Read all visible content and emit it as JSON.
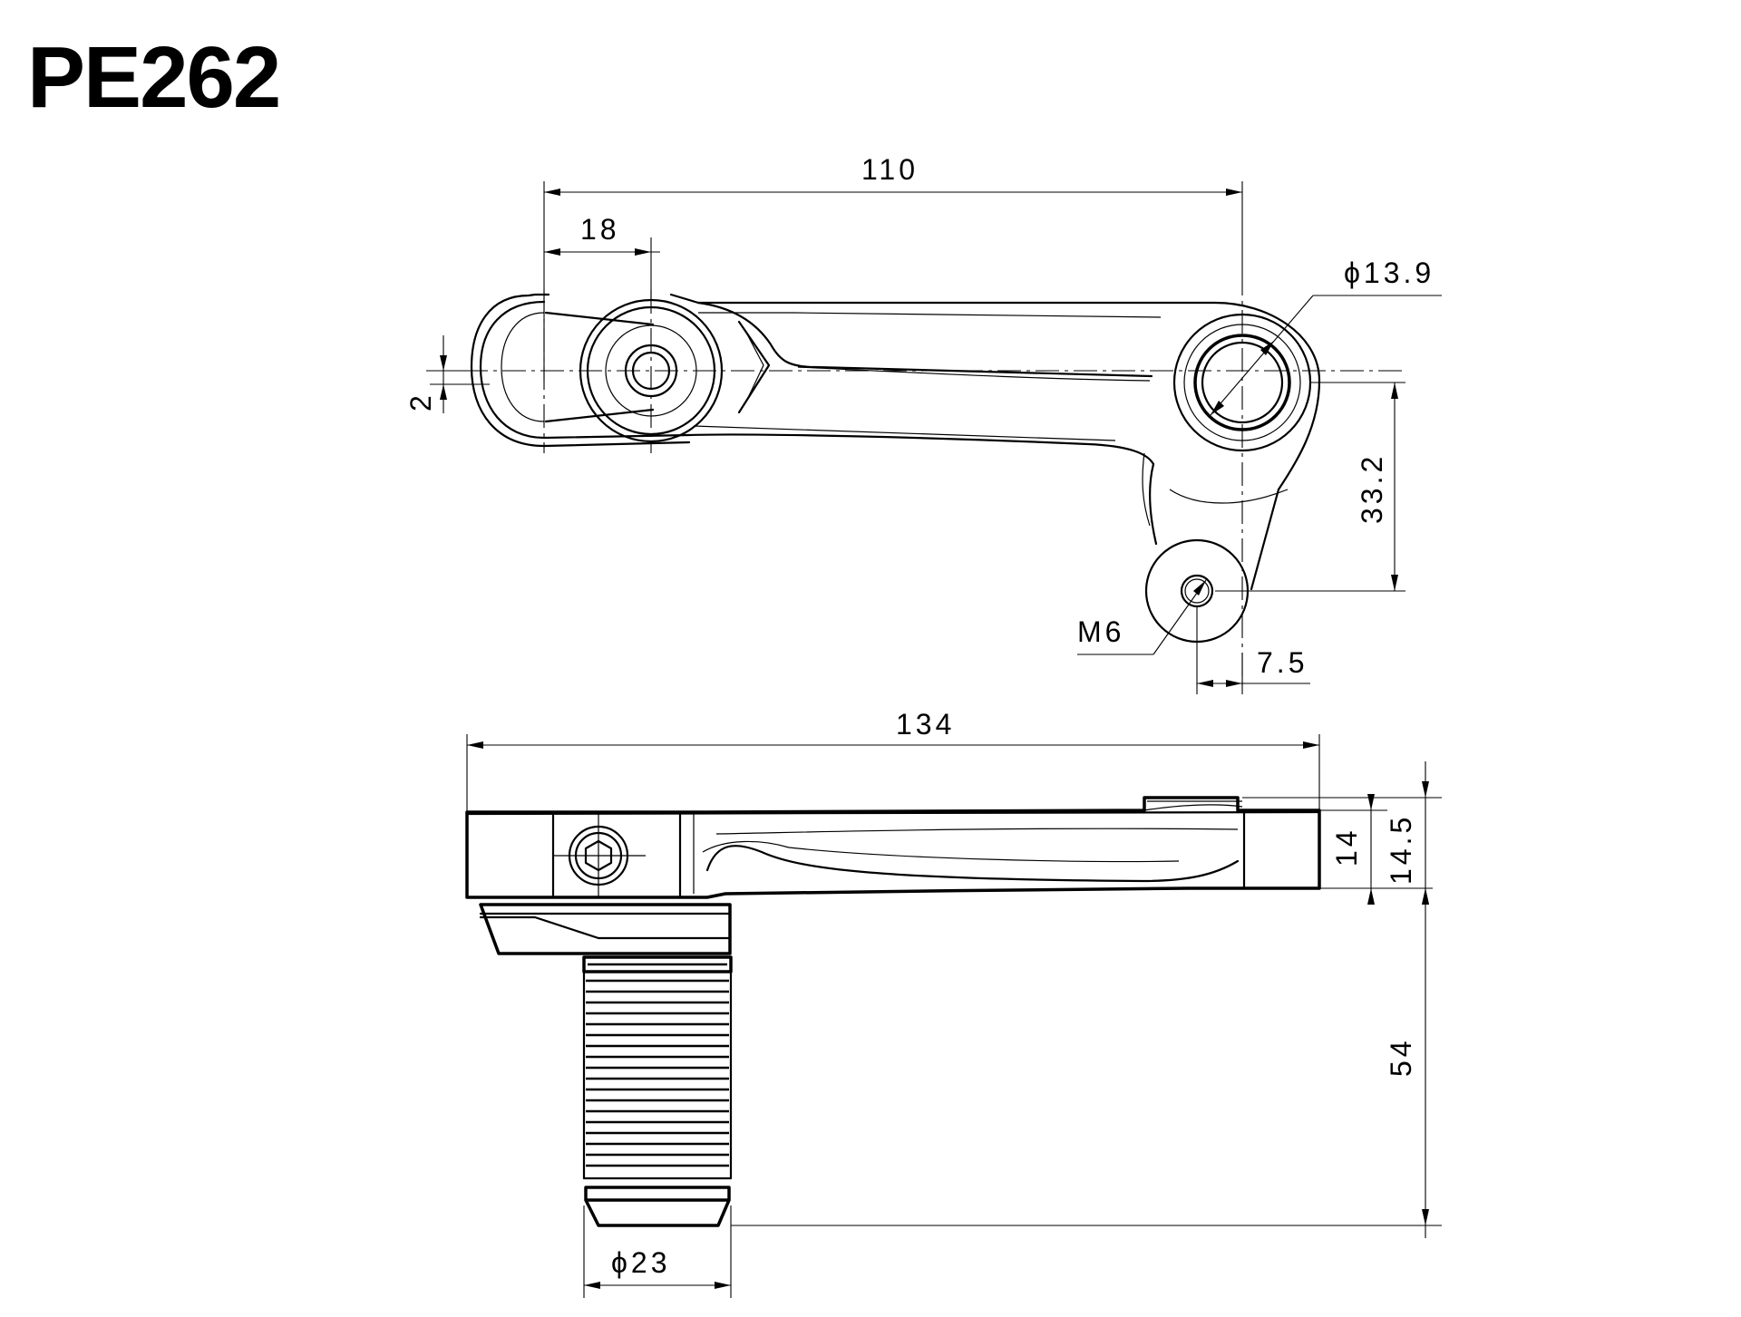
{
  "title": "PE262",
  "dimensions": {
    "top_view": {
      "overall_length": "110",
      "pivot_offset": "18",
      "vertical_offset": "2",
      "bore_diameter": "ϕ13.9",
      "drop_height": "33.2",
      "thread": "M6",
      "thread_offset": "7.5"
    },
    "side_view": {
      "overall_length": "134",
      "arm_thickness": "14",
      "hub_thickness": "14.5",
      "peg_length": "54",
      "peg_diameter": "ϕ23"
    }
  }
}
